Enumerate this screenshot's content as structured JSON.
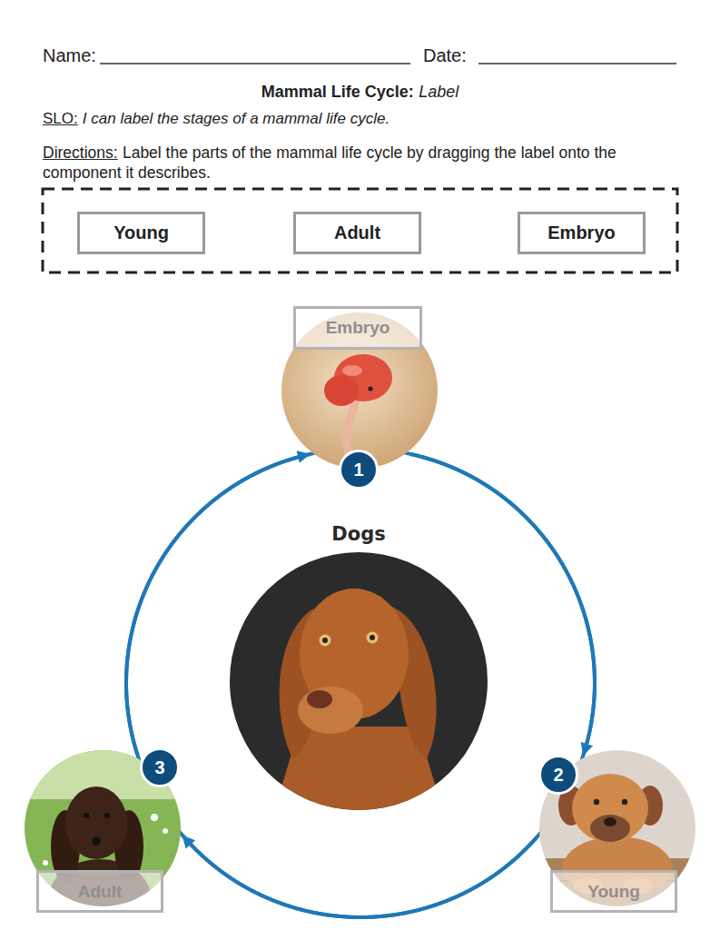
{
  "diagram": {
    "title": "Mammal Life Cycle:",
    "nodes": [
      {
        "text": [
          "Young"
        ]
      },
      {
        "text": [
          "Adult"
        ]
      },
      {
        "text": [
          "Embryo"
        ]
      },
      {
        "text": [
          "Embryo"
        ]
      },
      {
        "text": [
          "1"
        ]
      },
      {
        "text": [
          "Dogs"
        ]
      },
      {
        "text": [
          "3"
        ]
      },
      {
        "text": [
          "2"
        ]
      },
      {
        "text": [
          "Adult"
        ]
      },
      {
        "text": [
          "Young"
        ]
      }
    ],
    "edges": [
      {
        "from": 4,
        "to": 7,
        "arrow": "to"
      },
      {
        "from": 7,
        "to": 6,
        "arrow": "to"
      },
      {
        "from": 6,
        "to": 4,
        "arrow": "to"
      }
    ],
    "labels": [
      "Name:",
      "Date:",
      "Label",
      "SLO:",
      "I can label the stages of a mammal life cycle.",
      "Directions:",
      "Label the parts of the mammal life cycle by dragging the label onto the component it describes."
    ]
  }
}
